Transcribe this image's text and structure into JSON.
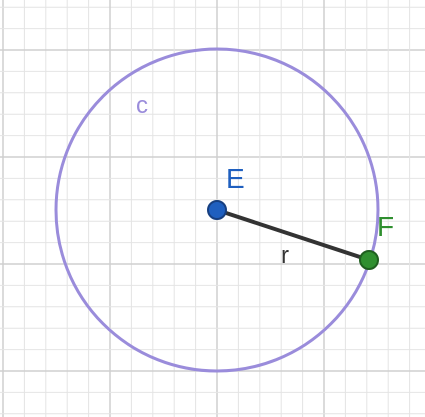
{
  "diagram": {
    "circle": {
      "label": "c",
      "color": "#9a8cdb"
    },
    "center": {
      "label": "E",
      "color": "#1f5fbf"
    },
    "point": {
      "label": "F",
      "color": "#2f8f2f"
    },
    "segment": {
      "label": "r",
      "color": "#333333"
    }
  },
  "colors": {
    "grid_minor": "#e4e4e4",
    "grid_major": "#cfcfcf",
    "background": "#ffffff"
  }
}
